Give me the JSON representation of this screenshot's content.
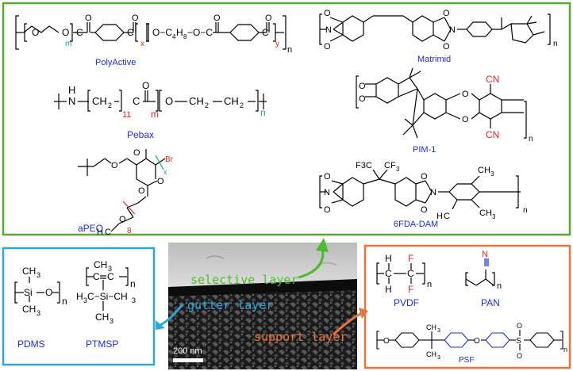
{
  "colors": {
    "selective_box": "#5aa832",
    "gutter_box": "#2ea6da",
    "support_box": "#e8743a",
    "name_text": "#1f2bd1",
    "selective_label": "#4fba2e",
    "gutter_label": "#2ea6da",
    "support_label": "#e8743a",
    "subscript_m": "#1a9a9a",
    "subscript_red": "#d62828"
  },
  "polymers": {
    "polyactive": {
      "name": "PolyActive"
    },
    "pebax": {
      "name": "Pebax",
      "sub_11": "11",
      "sub_m": "m",
      "sub_n": "n"
    },
    "apeo": {
      "name": "aPEO"
    },
    "matrimid": {
      "name": "Matrimid"
    },
    "pim1": {
      "name": "PIM-1",
      "group": "CN"
    },
    "fdadam": {
      "name": "6FDA-DAM",
      "group": "F3C"
    },
    "pdms": {
      "name": "PDMS"
    },
    "ptmsp": {
      "name": "PTMSP"
    },
    "pvdf": {
      "name": "PVDF"
    },
    "pan": {
      "name": "PAN"
    },
    "psf": {
      "name": "PSF"
    }
  },
  "sem": {
    "selective_layer": "selective layer",
    "gutter_layer": "gutter layer",
    "support_layer": "support layer",
    "scale_bar": "200 nm"
  }
}
